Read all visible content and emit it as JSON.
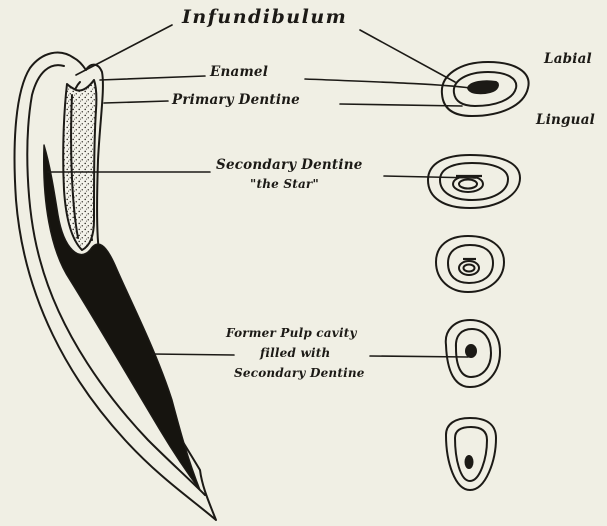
{
  "labels": {
    "infundibulum": "Infundibulum",
    "enamel": "Enamel",
    "primary_dentine": "Primary Dentine",
    "secondary_dentine": "Secondary Dentine",
    "the_star": "\"the Star\"",
    "former_pulp_line1": "Former Pulp cavity",
    "former_pulp_line2": "filled with",
    "former_pulp_line3": "Secondary Dentine",
    "labial": "Labial",
    "lingual": "Lingual"
  },
  "colors": {
    "background": "#f0efe4",
    "ink": "#1c1a16",
    "cement_fill": "#f3f2ea"
  },
  "cross_sections": [
    {
      "name": "cross-section-1",
      "feature": "infundibulum"
    },
    {
      "name": "cross-section-2",
      "feature": "dental-star"
    },
    {
      "name": "cross-section-3",
      "feature": "dental-star"
    },
    {
      "name": "cross-section-4",
      "feature": "pulp-mark"
    },
    {
      "name": "cross-section-5",
      "feature": "pulp-mark"
    }
  ]
}
